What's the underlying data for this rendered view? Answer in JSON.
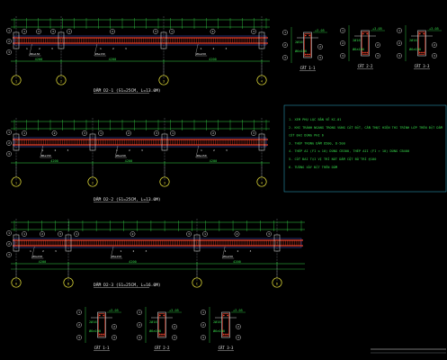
{
  "colors": {
    "background": "#000000",
    "rebar": "#e8402a",
    "dimension": "#36d84a",
    "grid_bubble": "#e8e23a",
    "outline": "#4a5ad8",
    "text": "#e8e8e8",
    "note_frame": "#2fb0d0"
  },
  "beams": [
    {
      "title": "DẦM D2-1 (S1=25CM, L=13.0M)",
      "grids": [
        "1",
        "2",
        "3",
        "4"
      ],
      "rebar_marks": [
        "1",
        "2",
        "3"
      ],
      "section_labels": [
        "1",
        "2",
        "3"
      ]
    },
    {
      "title": "DẦM D2-2 (S1=25CM, L=13.0M)",
      "grids": [
        "1",
        "2",
        "3",
        "4"
      ],
      "rebar_marks": [
        "1",
        "2",
        "3"
      ],
      "section_labels": [
        "1",
        "2",
        "3"
      ]
    },
    {
      "title": "DẦM D2-3 (S1=25CM, L=16.0M)",
      "grids": [
        "A",
        "B",
        "C",
        "D"
      ],
      "rebar_marks": [
        "1",
        "2",
        "3"
      ],
      "section_labels": [
        "1",
        "2",
        "3"
      ]
    }
  ],
  "top_sections": [
    {
      "title": "CẮT 1-1",
      "level": "+3.05",
      "marks": [
        "1",
        "2",
        "3"
      ]
    },
    {
      "title": "CẮT 2-2",
      "level": "+3.05",
      "marks": [
        "1",
        "2",
        "3"
      ]
    },
    {
      "title": "CẮT 3-3",
      "level": "+3.05",
      "marks": [
        "1",
        "2",
        "3"
      ]
    }
  ],
  "bottom_sections": [
    {
      "title": "CẮT 1-1",
      "level": "+3.05",
      "marks": [
        "1",
        "2",
        "3"
      ]
    },
    {
      "title": "CẮT 2-2",
      "level": "+3.05",
      "marks": [
        "1",
        "2",
        "3"
      ]
    },
    {
      "title": "CẮT 3-3",
      "level": "+3.05",
      "marks": [
        "1",
        "2",
        "3"
      ]
    }
  ],
  "notes": [
    "1. XEM PHỤ LỤC BẢN VẼ KC-01",
    "2. KHI TRÁNH NGANG TRONG VÙNG CẮT ĐẶT, CẦN THỰC HIỆN THI TRÌNH LỚP TRÊN ĐẶT DẦM",
    "CỐT ĐAI DÙNG PHI 6",
    "3. THÉP TRONG DẦM D500, D-500",
    "4. THÉP AI (FI ≤ 10) DÙNG CB300, THÉP AII (FI > 10) DÙNG CB400",
    "5. CỐT ĐAI TẠI VỊ TRÍ NÚT DẦM CỘT BỐ TRÍ @100",
    "6. TƯỜNG XÂY ĐẶT TRÊN DẦM"
  ],
  "labels": {
    "stirrup": "Ø6a150",
    "stirrup_end": "Ø6a100",
    "dim_span": "4200",
    "anno_small": "2Ø16"
  }
}
